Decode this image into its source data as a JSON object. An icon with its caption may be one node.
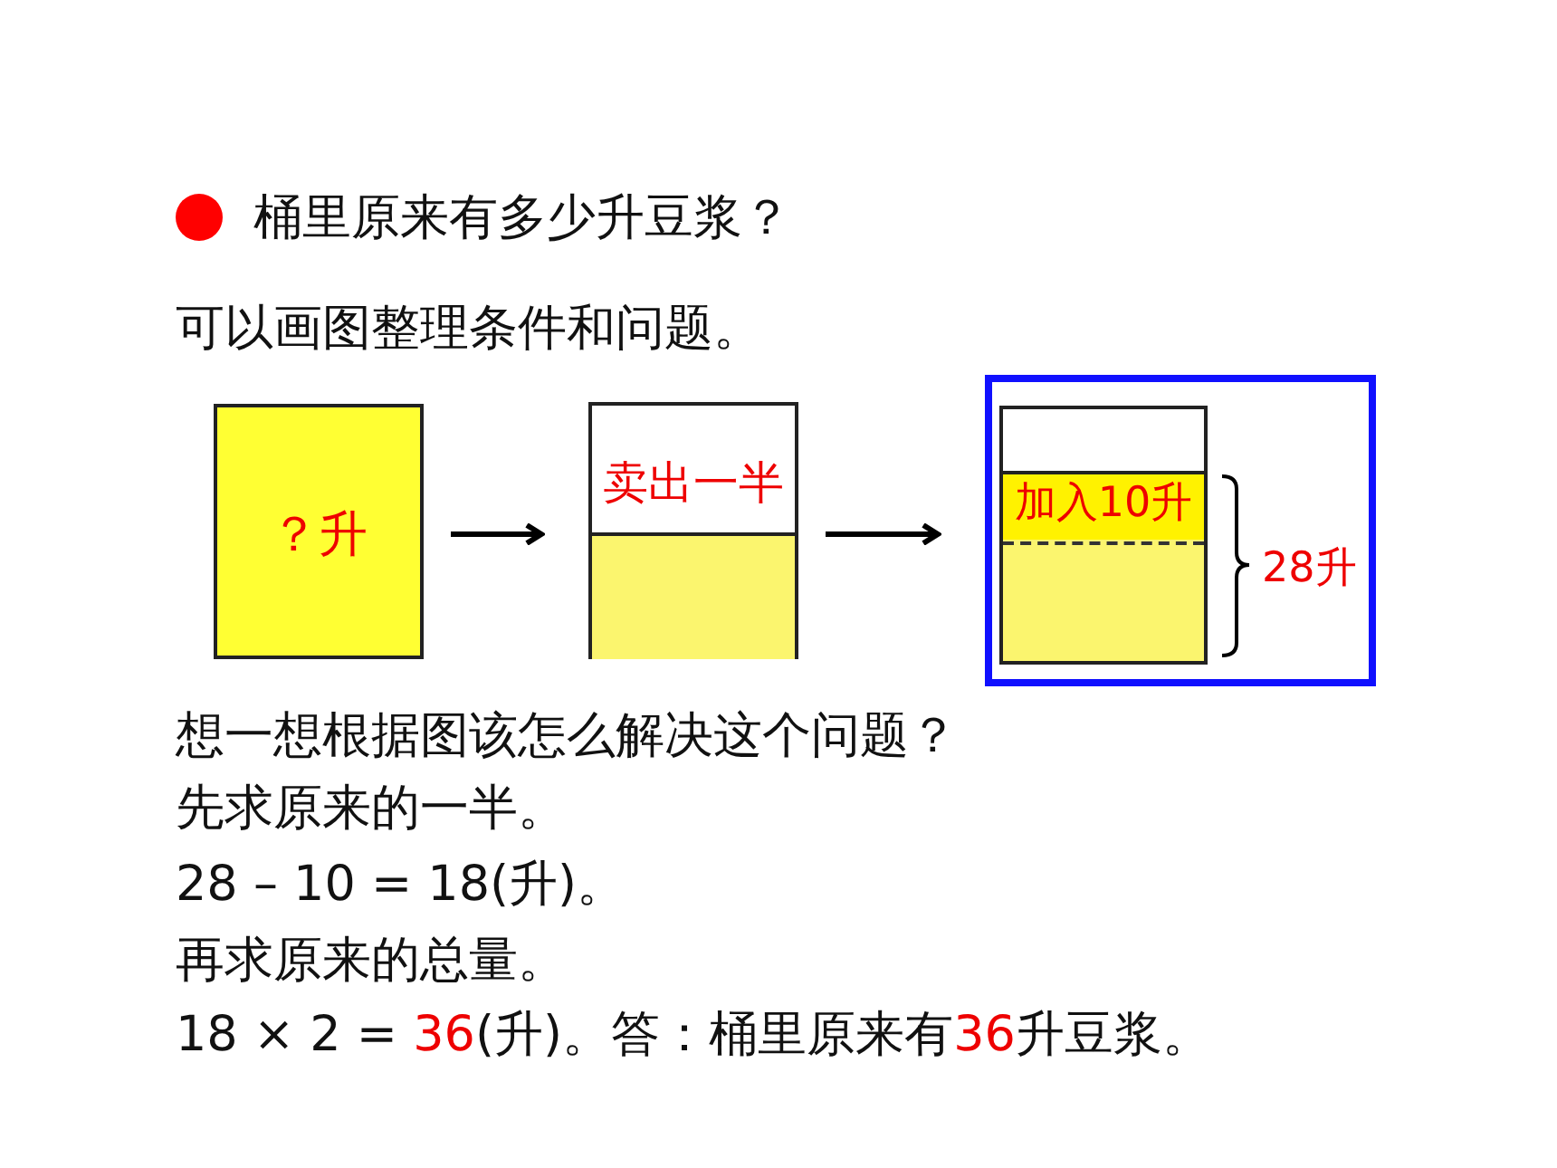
{
  "diagram": {
    "title": "桶里原来有多少升豆浆？",
    "nodes": [
      {
        "text": [
          "？升"
        ]
      },
      {
        "text": [
          "卖出一半"
        ]
      },
      {
        "text": [],
        "shape": "box"
      },
      {
        "text": [
          "加入10升"
        ],
        "in": 2
      }
    ],
    "edges": [
      {
        "from": 0,
        "to": 1,
        "arrow": "to"
      },
      {
        "from": 1,
        "to": 2,
        "arrow": "to"
      }
    ],
    "labels": [
      "可以画图整理条件和问题。",
      "28升",
      "想一想根据图该怎么解决这个问题？",
      "先求原来的一半。",
      "28 – 10 = 18(升)。",
      "再求原来的总量。",
      "18 × 2 = ",
      "36",
      "(升)。答：桶里原来有",
      "36",
      "升豆浆。"
    ]
  }
}
